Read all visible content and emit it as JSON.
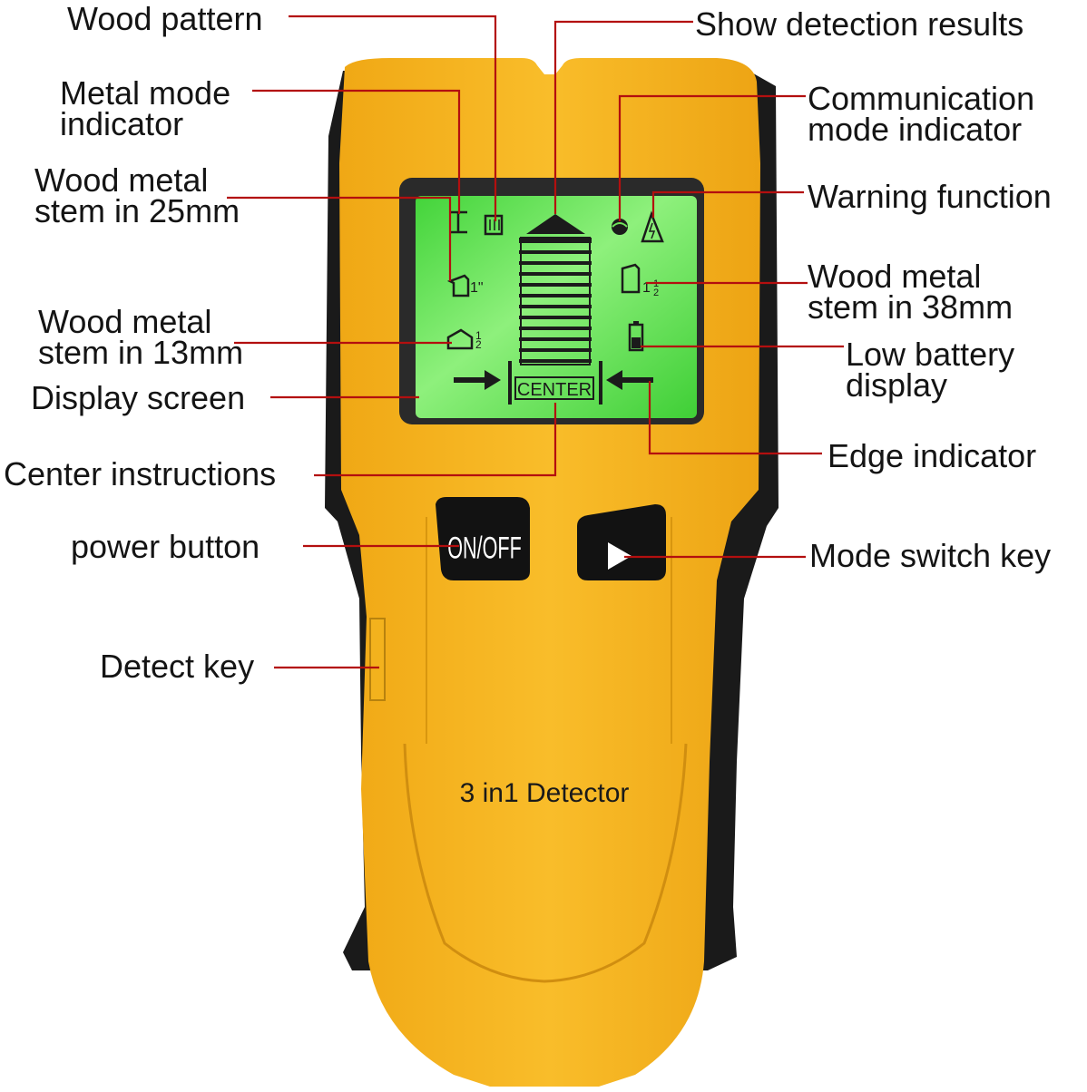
{
  "device": {
    "name": "3 in1 Detector",
    "power_key_label": "ON/OFF",
    "center_label": "CENTER",
    "body_color": "#f6b51b",
    "grip_color": "#1a1a1a",
    "screen_color": "#6fe35a",
    "leader_color": "#b30f0f"
  },
  "callouts": {
    "wood_pattern": "Wood pattern",
    "show_detection_results": "Show detection results",
    "metal_mode_indicator": [
      "Metal mode",
      "indicator"
    ],
    "communication_mode_indicator": [
      "Communication",
      "mode indicator"
    ],
    "wood_metal_25": [
      "Wood metal",
      "stem in 25mm"
    ],
    "warning_function": "Warning function",
    "wood_metal_38": [
      "Wood metal",
      "stem in 38mm"
    ],
    "wood_metal_13": [
      "Wood metal",
      "stem in 13mm"
    ],
    "low_battery_display": [
      "Low battery",
      "display"
    ],
    "display_screen": "Display screen",
    "edge_indicator": "Edge indicator",
    "center_instructions": "Center instructions",
    "power_button": "power button",
    "mode_switch_key": "Mode switch key",
    "detect_key": "Detect key"
  }
}
